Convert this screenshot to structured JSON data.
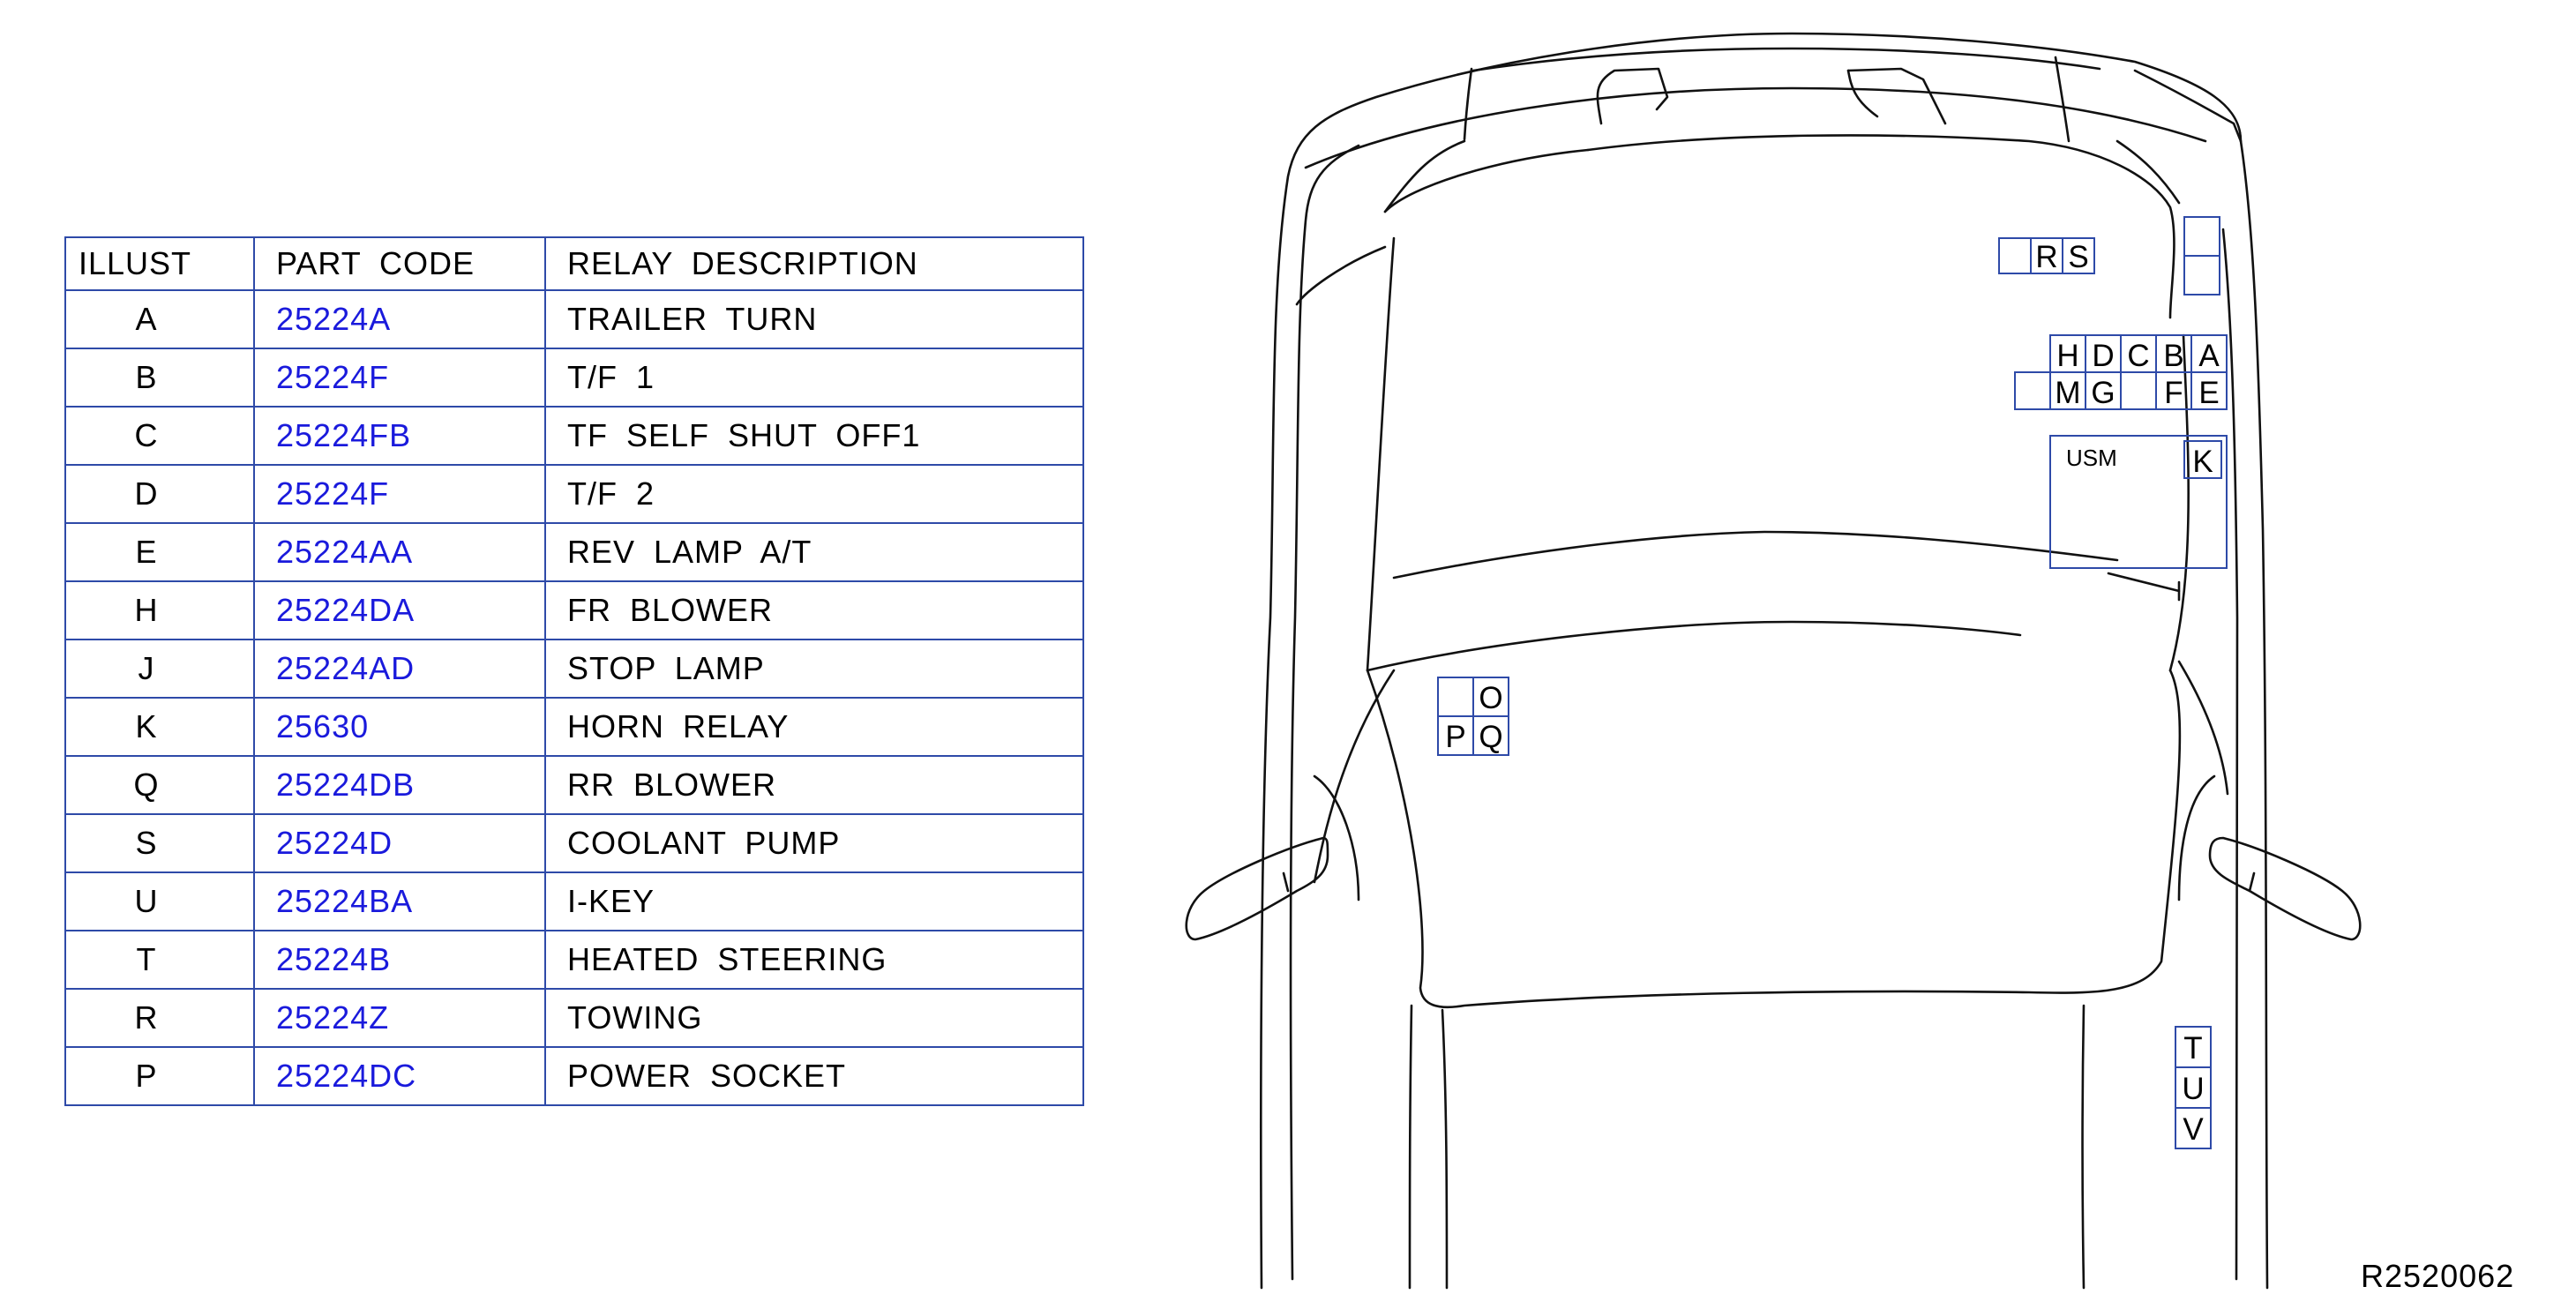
{
  "table": {
    "headers": {
      "illust": "ILLUST",
      "part_code": "PART  CODE",
      "description": "RELAY  DESCRIPTION"
    },
    "rows": [
      {
        "illust": "A",
        "part_code": "25224A",
        "description": "TRAILER  TURN"
      },
      {
        "illust": "B",
        "part_code": "25224F",
        "description": "T/F  1"
      },
      {
        "illust": "C",
        "part_code": "25224FB",
        "description": "TF  SELF  SHUT  OFF1"
      },
      {
        "illust": "D",
        "part_code": "25224F",
        "description": "T/F  2"
      },
      {
        "illust": "E",
        "part_code": "25224AA",
        "description": "REV  LAMP  A/T"
      },
      {
        "illust": "H",
        "part_code": "25224DA",
        "description": "FR  BLOWER"
      },
      {
        "illust": "J",
        "part_code": "25224AD",
        "description": "STOP  LAMP"
      },
      {
        "illust": "K",
        "part_code": "25630",
        "description": "HORN  RELAY"
      },
      {
        "illust": "Q",
        "part_code": "25224DB",
        "description": "RR  BLOWER"
      },
      {
        "illust": "S",
        "part_code": "25224D",
        "description": "COOLANT  PUMP"
      },
      {
        "illust": "U",
        "part_code": "25224BA",
        "description": "I-KEY"
      },
      {
        "illust": "T",
        "part_code": "25224B",
        "description": "HEATED  STEERING"
      },
      {
        "illust": "R",
        "part_code": "25224Z",
        "description": "TOWING"
      },
      {
        "illust": "P",
        "part_code": "25224DC",
        "description": "POWER  SOCKET"
      }
    ]
  },
  "diagram": {
    "group_rs": [
      "R",
      "S"
    ],
    "row_top": [
      "H",
      "D",
      "C",
      "B",
      "A"
    ],
    "row_bottom": [
      "M",
      "G",
      "",
      "F",
      "E"
    ],
    "usm_label": "USM",
    "usm_relay": "K",
    "group_oq": [
      "O",
      "P",
      "Q"
    ],
    "group_tuv": [
      "T",
      "U",
      "V"
    ]
  },
  "reference_code": "R2520062",
  "colors": {
    "table_border": "#2e4aa8",
    "part_code_text": "#1a1adc",
    "line_art": "#111111"
  }
}
